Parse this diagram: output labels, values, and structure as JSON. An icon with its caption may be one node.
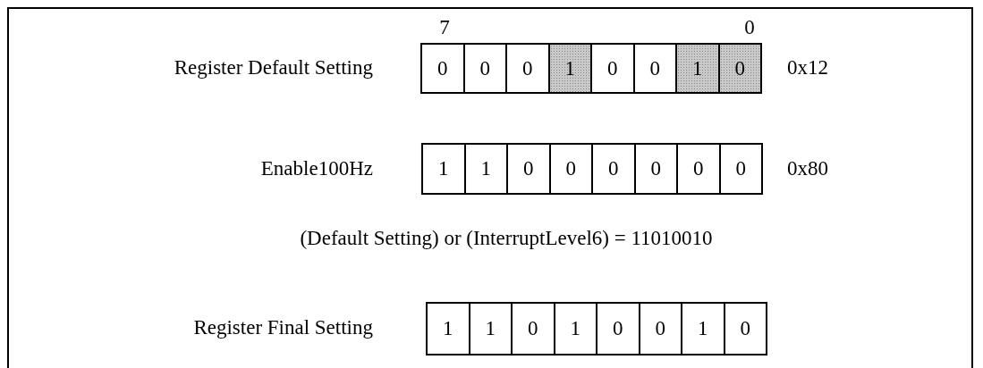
{
  "diagram": {
    "labels": [
      "7",
      "0",
      "Register Default Setting",
      "0",
      "0",
      "0",
      "1",
      "0",
      "0",
      "1",
      "0",
      "0x12",
      "Enable100Hz",
      "1",
      "1",
      "0",
      "0",
      "0",
      "0",
      "0",
      "0",
      "0x80",
      "(Default Setting) or (InterruptLevel6) = 11010010",
      "Register Final Setting",
      "1",
      "1",
      "0",
      "1",
      "0",
      "0",
      "1",
      "0"
    ]
  }
}
